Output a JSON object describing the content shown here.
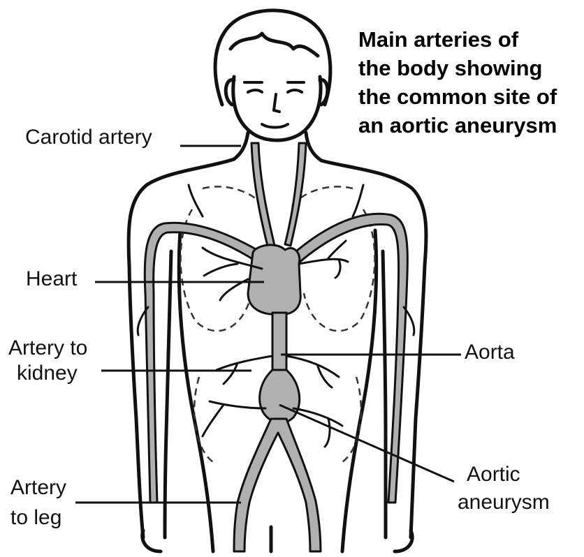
{
  "title_lines": [
    "Main arteries of",
    "the body showing",
    "the common site of",
    "an aortic aneurysm"
  ],
  "labels": {
    "carotid": "Carotid artery",
    "heart": "Heart",
    "kidney_line1": "Artery to",
    "kidney_line2": "kidney",
    "aorta": "Aorta",
    "aneurysm_line1": "Aortic",
    "aneurysm_line2": "aneurysm",
    "leg_line1": "Artery",
    "leg_line2": "to leg"
  },
  "colors": {
    "artery_fill": "#b0b0b0",
    "outline": "#111111",
    "background": "#ffffff"
  }
}
